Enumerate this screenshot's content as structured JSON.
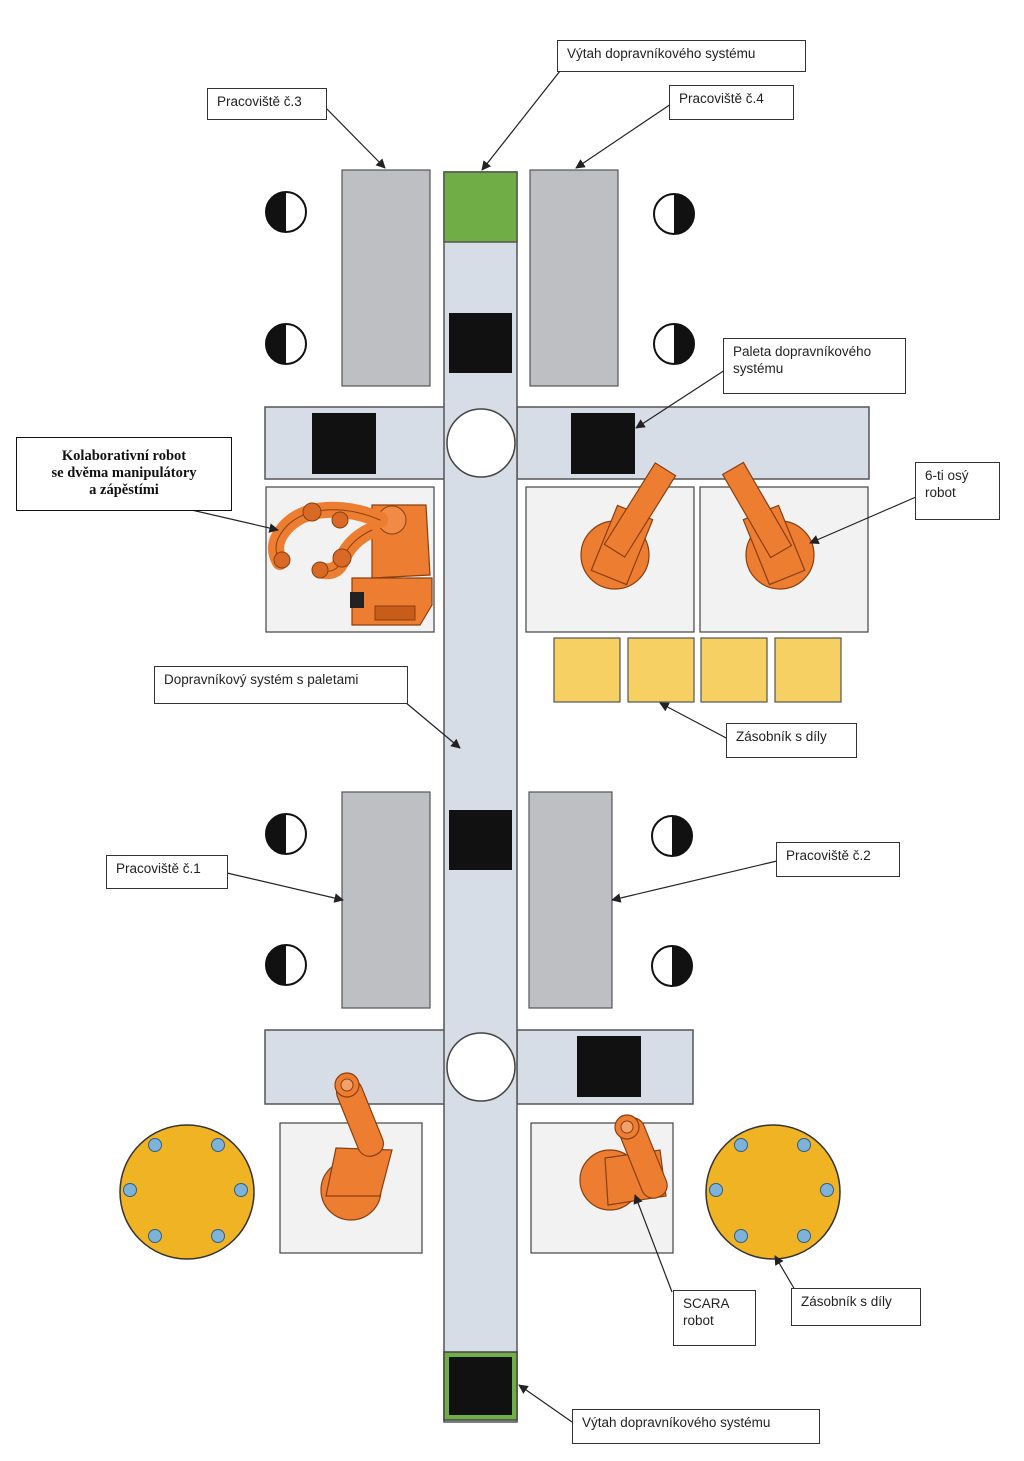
{
  "colors": {
    "conveyor": "#d7dde6",
    "conveyor_stroke": "#555555",
    "station": "#bdbfc2",
    "pallet": "#111111",
    "lift_green": "#70ad47",
    "robot_orange": "#ed7d31",
    "robot_stroke": "#8a3f10",
    "cell_bg": "#f2f2f2",
    "parts_tray": "#f6d063",
    "parts_disc": "#f0b323",
    "disc_hole": "#7fb2d9"
  },
  "labels": {
    "lift_top": "Výtah dopravníkového systému",
    "workstation_3": "Pracoviště č.3",
    "workstation_4": "Pracoviště č.4",
    "pallet": "Paleta dopravníkového\nsystému",
    "collab_robot": "Kolaborativní robot\nse dvěma manipulátory\na zápěstími",
    "six_axis_robot": "6-ti osý\nrobot",
    "conveyor_system": "Dopravníkový systém  s paletami",
    "parts_magazine_tray": "Zásobník s díly",
    "workstation_1": "Pracoviště č.1",
    "workstation_2": "Pracoviště č.2",
    "scara_robot": "SCARA\nrobot",
    "parts_magazine_disc": "Zásobník s  díly",
    "lift_bottom": "Výtah dopravníkového systému"
  },
  "icons": {
    "operator_sensor": "half-filled-circle-icon",
    "collab_robot": "dual-arm-robot-icon",
    "six_axis_robot": "six-axis-robot-arm-icon",
    "scara_robot": "scara-robot-icon"
  }
}
